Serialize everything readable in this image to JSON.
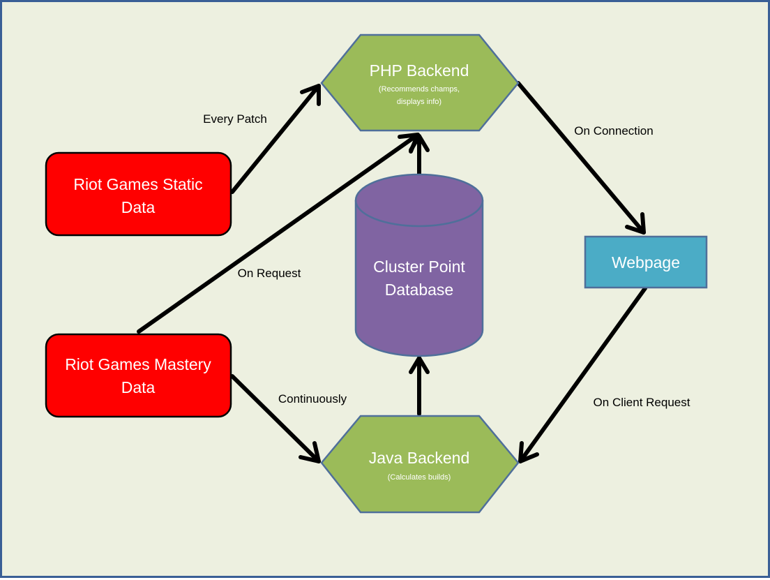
{
  "colors": {
    "background": "#edf0e0",
    "frame": "#3a5f96",
    "source_fill": "#ff0000",
    "hexagon_fill": "#9bbb59",
    "hexagon_stroke": "#4f6f9a",
    "database_fill": "#8064a2",
    "webpage_fill": "#4bacc6",
    "arrow": "#000000"
  },
  "nodes": {
    "static_data": {
      "line1": "Riot Games Static",
      "line2": "Data"
    },
    "mastery_data": {
      "line1": "Riot Games Mastery",
      "line2": "Data"
    },
    "php_backend": {
      "title": "PHP Backend",
      "sub1": "(Recommends champs,",
      "sub2": "displays info)"
    },
    "java_backend": {
      "title": "Java Backend",
      "sub1": "(Calculates builds)"
    },
    "database": {
      "line1": "Cluster Point",
      "line2": "Database"
    },
    "webpage": {
      "label": "Webpage"
    }
  },
  "edges": {
    "every_patch": "Every Patch",
    "on_request": "On Request",
    "continuously": "Continuously",
    "on_connection": "On Connection",
    "on_client_request": "On Client Request"
  }
}
